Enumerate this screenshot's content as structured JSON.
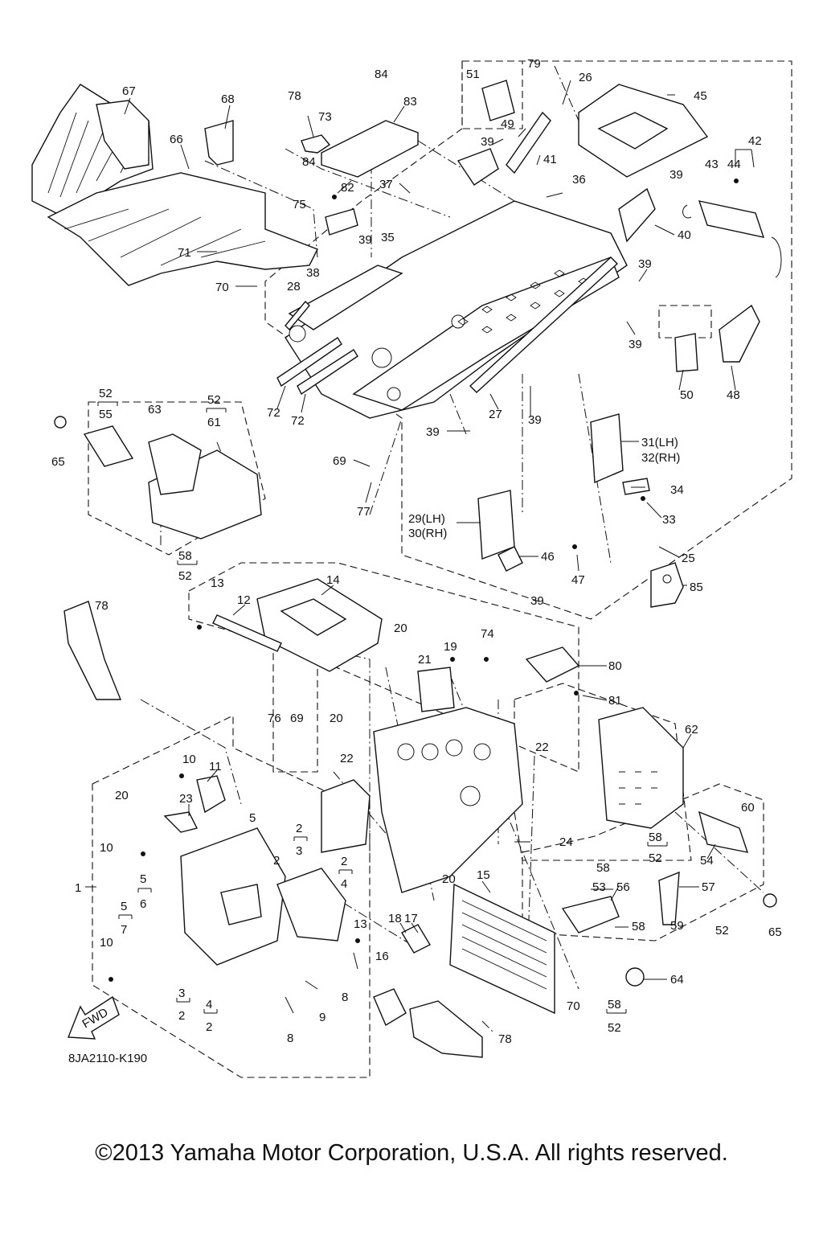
{
  "diagram": {
    "part_code": "8JA2110-K190",
    "copyright": "©2013 Yamaha Motor Corporation, U.S.A. All rights reserved.",
    "fwd_label": "FWD",
    "callouts": [
      {
        "id": "c79",
        "text": "79"
      },
      {
        "id": "c51",
        "text": "51"
      },
      {
        "id": "c26",
        "text": "26"
      },
      {
        "id": "c84a",
        "text": "84"
      },
      {
        "id": "c67",
        "text": "67"
      },
      {
        "id": "c78a",
        "text": "78"
      },
      {
        "id": "c83",
        "text": "83"
      },
      {
        "id": "c45",
        "text": "45"
      },
      {
        "id": "c68",
        "text": "68"
      },
      {
        "id": "c73",
        "text": "73"
      },
      {
        "id": "c49",
        "text": "49"
      },
      {
        "id": "c39a",
        "text": "39"
      },
      {
        "id": "c41",
        "text": "41"
      },
      {
        "id": "c42",
        "text": "42"
      },
      {
        "id": "c66",
        "text": "66"
      },
      {
        "id": "c84b",
        "text": "84"
      },
      {
        "id": "c43",
        "text": "43"
      },
      {
        "id": "c44",
        "text": "44"
      },
      {
        "id": "c82",
        "text": "82"
      },
      {
        "id": "c37",
        "text": "37"
      },
      {
        "id": "c36",
        "text": "36"
      },
      {
        "id": "c39b",
        "text": "39"
      },
      {
        "id": "c75",
        "text": "75"
      },
      {
        "id": "c39c",
        "text": "39"
      },
      {
        "id": "c35",
        "text": "35"
      },
      {
        "id": "c40",
        "text": "40"
      },
      {
        "id": "c71",
        "text": "71"
      },
      {
        "id": "c39d",
        "text": "39"
      },
      {
        "id": "c38",
        "text": "38"
      },
      {
        "id": "c70a",
        "text": "70"
      },
      {
        "id": "c28",
        "text": "28"
      },
      {
        "id": "c39e",
        "text": "39"
      },
      {
        "id": "c50",
        "text": "50"
      },
      {
        "id": "c48",
        "text": "48"
      },
      {
        "id": "c52a",
        "text": "52"
      },
      {
        "id": "c55",
        "text": "55"
      },
      {
        "id": "c63",
        "text": "63"
      },
      {
        "id": "c52b",
        "text": "52"
      },
      {
        "id": "c61",
        "text": "61"
      },
      {
        "id": "c72a",
        "text": "72"
      },
      {
        "id": "c72b",
        "text": "72"
      },
      {
        "id": "c27",
        "text": "27"
      },
      {
        "id": "c39f",
        "text": "39"
      },
      {
        "id": "c39g",
        "text": "39"
      },
      {
        "id": "c65a",
        "text": "65"
      },
      {
        "id": "c31",
        "text": "31(LH)"
      },
      {
        "id": "c32",
        "text": "32(RH)"
      },
      {
        "id": "c69a",
        "text": "69"
      },
      {
        "id": "c34",
        "text": "34"
      },
      {
        "id": "c77",
        "text": "77"
      },
      {
        "id": "c33",
        "text": "33"
      },
      {
        "id": "c29",
        "text": "29(LH)"
      },
      {
        "id": "c30",
        "text": "30(RH)"
      },
      {
        "id": "c25",
        "text": "25"
      },
      {
        "id": "c58a",
        "text": "58"
      },
      {
        "id": "c52c",
        "text": "52"
      },
      {
        "id": "c46",
        "text": "46"
      },
      {
        "id": "c47",
        "text": "47"
      },
      {
        "id": "c39h",
        "text": "39"
      },
      {
        "id": "c85",
        "text": "85"
      },
      {
        "id": "c13a",
        "text": "13"
      },
      {
        "id": "c14",
        "text": "14"
      },
      {
        "id": "c12",
        "text": "12"
      },
      {
        "id": "c78b",
        "text": "78"
      },
      {
        "id": "c20a",
        "text": "20"
      },
      {
        "id": "c74",
        "text": "74"
      },
      {
        "id": "c19",
        "text": "19"
      },
      {
        "id": "c80",
        "text": "80"
      },
      {
        "id": "c21",
        "text": "21"
      },
      {
        "id": "c81",
        "text": "81"
      },
      {
        "id": "c76",
        "text": "76"
      },
      {
        "id": "c69b",
        "text": "69"
      },
      {
        "id": "c20b",
        "text": "20"
      },
      {
        "id": "c62",
        "text": "62"
      },
      {
        "id": "c10a",
        "text": "10"
      },
      {
        "id": "c11",
        "text": "11"
      },
      {
        "id": "c22a",
        "text": "22"
      },
      {
        "id": "c22b",
        "text": "22"
      },
      {
        "id": "c20c",
        "text": "20"
      },
      {
        "id": "c23",
        "text": "23"
      },
      {
        "id": "c60",
        "text": "60"
      },
      {
        "id": "c5a",
        "text": "5"
      },
      {
        "id": "c2a",
        "text": "2"
      },
      {
        "id": "c3a",
        "text": "3"
      },
      {
        "id": "c10b",
        "text": "10"
      },
      {
        "id": "c24",
        "text": "24"
      },
      {
        "id": "c58b",
        "text": "58"
      },
      {
        "id": "c52d",
        "text": "52"
      },
      {
        "id": "c54",
        "text": "54"
      },
      {
        "id": "c2b",
        "text": "2"
      },
      {
        "id": "c2c",
        "text": "2"
      },
      {
        "id": "c4a",
        "text": "4"
      },
      {
        "id": "c58c",
        "text": "58"
      },
      {
        "id": "c5b",
        "text": "5"
      },
      {
        "id": "c1",
        "text": "1"
      },
      {
        "id": "c6",
        "text": "6"
      },
      {
        "id": "c20d",
        "text": "20"
      },
      {
        "id": "c53",
        "text": "53"
      },
      {
        "id": "c56",
        "text": "56"
      },
      {
        "id": "c57",
        "text": "57"
      },
      {
        "id": "c15",
        "text": "15"
      },
      {
        "id": "c5c",
        "text": "5"
      },
      {
        "id": "c7",
        "text": "7"
      },
      {
        "id": "c18",
        "text": "18"
      },
      {
        "id": "c17",
        "text": "17"
      },
      {
        "id": "c13b",
        "text": "13"
      },
      {
        "id": "c58d",
        "text": "58"
      },
      {
        "id": "c59",
        "text": "59"
      },
      {
        "id": "c52e",
        "text": "52"
      },
      {
        "id": "c65b",
        "text": "65"
      },
      {
        "id": "c10c",
        "text": "10"
      },
      {
        "id": "c16",
        "text": "16"
      },
      {
        "id": "c8a",
        "text": "8"
      },
      {
        "id": "c64",
        "text": "64"
      },
      {
        "id": "c3b",
        "text": "3"
      },
      {
        "id": "c2d",
        "text": "2"
      },
      {
        "id": "c4b",
        "text": "4"
      },
      {
        "id": "c2e",
        "text": "2"
      },
      {
        "id": "c9",
        "text": "9"
      },
      {
        "id": "c70b",
        "text": "70"
      },
      {
        "id": "c58e",
        "text": "58"
      },
      {
        "id": "c52f",
        "text": "52"
      },
      {
        "id": "c8b",
        "text": "8"
      },
      {
        "id": "c78c",
        "text": "78"
      }
    ]
  }
}
